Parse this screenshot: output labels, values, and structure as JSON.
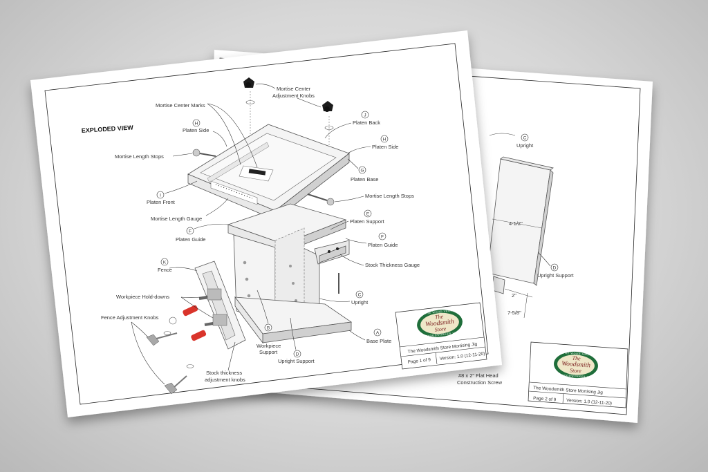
{
  "back_sheet": {
    "labels": {
      "upright": "Upright",
      "upright_letter": "C",
      "width_dim": "4-1/2\"",
      "upright_support": "Upright Support",
      "upright_support_letter": "D",
      "dim_2": "2\"",
      "dim_7_5_8": "7-5/8\"",
      "screw_line1": "#8 x 2\" Flat Head",
      "screw_line2": "Construction Screw"
    },
    "title_block": {
      "logo_top": "THE WOOD SHOP",
      "logo_name_1": "The",
      "logo_name_2": "Woodsmith",
      "logo_name_3": "Store",
      "logo_bottom": "AND WOODWORKER STORE",
      "title": "The Woodsmith Store Mortising Jig",
      "page": "Page 2 of 9",
      "version": "Version: 1.0 (12-11-20)"
    }
  },
  "front_sheet": {
    "heading": "EXPLODED VIEW",
    "labels": {
      "mortise_center_adjustment_knobs_1": "Mortise Center",
      "mortise_center_adjustment_knobs_2": "Adjustment Knobs",
      "mortise_center_marks": "Mortise Center Marks",
      "platen_back": "Platen Back",
      "platen_back_letter": "J",
      "platen_side_left": "Platen Side",
      "platen_side_left_letter": "H",
      "platen_side_right": "Platen Side",
      "platen_side_right_letter": "H",
      "mortise_length_stops_left": "Mortise Length Stops",
      "platen_base": "Platen Base",
      "platen_base_letter": "G",
      "platen_front": "Platen Front",
      "platen_front_letter": "I",
      "mortise_length_stops_right": "Mortise Length Stops",
      "mortise_length_gauge": "Mortise Length Gauge",
      "platen_support": "Platen Support",
      "platen_support_letter": "E",
      "platen_guide_left": "Platen Guide",
      "platen_guide_left_letter": "F",
      "platen_guide_right": "Platen Guide",
      "platen_guide_right_letter": "F",
      "fence": "Fence",
      "fence_letter": "K",
      "stock_thickness_gauge": "Stock Thickness Gauge",
      "workpiece_hold_downs": "Workpiece Hold-downs",
      "upright": "Upright",
      "upright_letter": "C",
      "fence_adjustment_knobs": "Fence Adjustment Knobs",
      "workpiece_support_1": "Workpiece",
      "workpiece_support_2": "Support",
      "workpiece_support_letter": "B",
      "base_plate": "Base Plate",
      "base_plate_letter": "A",
      "upright_support": "Upright Support",
      "upright_support_letter": "D",
      "stock_thickness_knobs_1": "Stock thickness",
      "stock_thickness_knobs_2": "adjustment knobs"
    },
    "title_block": {
      "logo_top": "THE WOOD SHOP",
      "logo_name_1": "The",
      "logo_name_2": "Woodsmith",
      "logo_name_3": "Store",
      "logo_bottom": "AND WOODWORKER STORE",
      "title": "The Woodsmith Store Mortising Jig",
      "page": "Page 1 of 9",
      "version": "Version: 1.0 (12-11-20)"
    }
  },
  "colors": {
    "clamp_handle": "#d9342b",
    "logo_green": "#1f6e3a",
    "logo_red": "#7a1f1f",
    "logo_cream": "#efe7c8"
  }
}
